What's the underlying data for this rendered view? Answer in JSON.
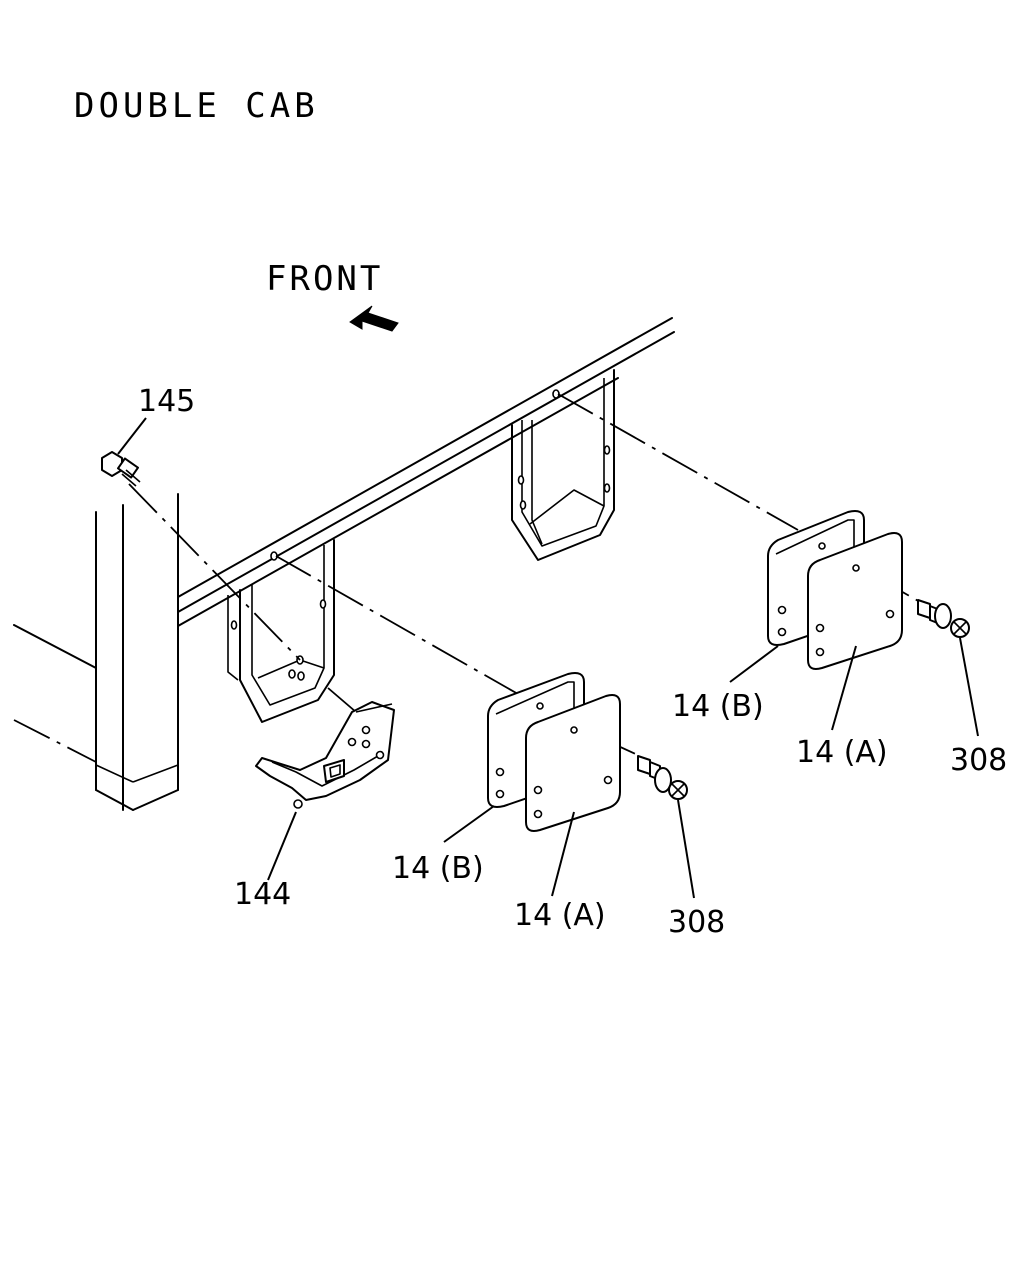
{
  "title": "DOUBLE CAB",
  "direction_label": "FRONT",
  "callouts": {
    "bolt_top": "145",
    "bracket": "144",
    "left_plate_b": "14 (B)",
    "left_plate_a": "14 (A)",
    "left_bolt": "308",
    "right_plate_b": "14 (B)",
    "right_plate_a": "14 (A)",
    "right_bolt": "308"
  }
}
